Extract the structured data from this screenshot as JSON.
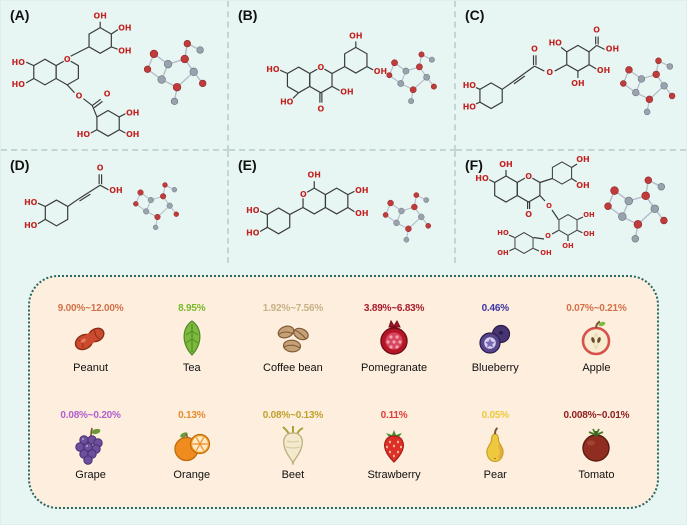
{
  "panels": [
    {
      "label": "(A)"
    },
    {
      "label": "(B)"
    },
    {
      "label": "(C)"
    },
    {
      "label": "(D)"
    },
    {
      "label": "(E)"
    },
    {
      "label": "(F)"
    }
  ],
  "chem": {
    "oh": "OH",
    "ho": "HO",
    "o": "O"
  },
  "colors": {
    "background": "#e8f6f3",
    "foods_panel_fill": "#fdeedd",
    "foods_panel_border": "#1d6b6b",
    "structure_atom_red": "#c22220"
  },
  "foods": {
    "items": [
      {
        "name": "Peanut",
        "percent": "9.00%~12.00%",
        "color": "#d2714a"
      },
      {
        "name": "Tea",
        "percent": "8.95%",
        "color": "#7ab82a"
      },
      {
        "name": "Coffee bean",
        "percent": "1.92%~7.56%",
        "color": "#c9b186"
      },
      {
        "name": "Pomegranate",
        "percent": "3.89%~6.83%",
        "color": "#a81c2b"
      },
      {
        "name": "Blueberry",
        "percent": "0.46%",
        "color": "#3a35a0"
      },
      {
        "name": "Apple",
        "percent": "0.07%~0.21%",
        "color": "#d2714a"
      },
      {
        "name": "Grape",
        "percent": "0.08%~0.20%",
        "color": "#b05fd0"
      },
      {
        "name": "Orange",
        "percent": "0.13%",
        "color": "#e78a2e"
      },
      {
        "name": "Beet",
        "percent": "0.08%~0.13%",
        "color": "#bfa12c"
      },
      {
        "name": "Strawberry",
        "percent": "0.11%",
        "color": "#e23b3b"
      },
      {
        "name": "Pear",
        "percent": "0.05%",
        "color": "#ecc83a"
      },
      {
        "name": "Tomato",
        "percent": "0.008%~0.01%",
        "color": "#8f1d1d"
      }
    ]
  }
}
